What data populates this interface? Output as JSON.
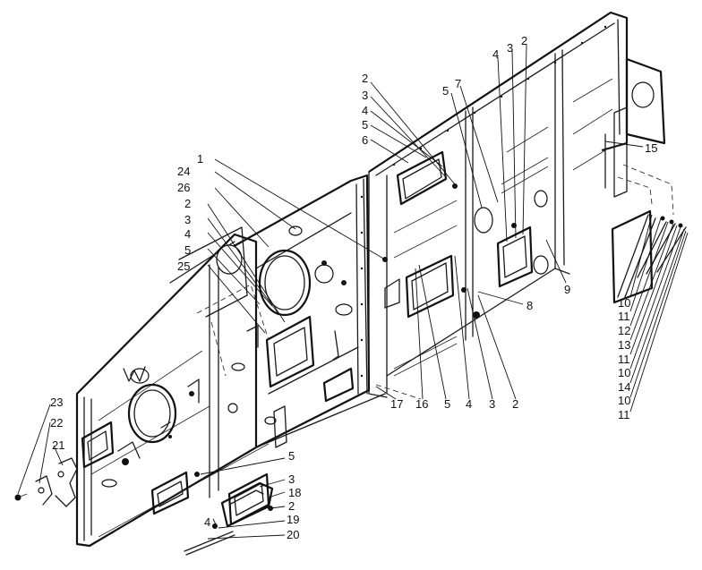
{
  "labels": [
    {
      "id": "l1",
      "text": "1"
    },
    {
      "id": "l24",
      "text": "24"
    },
    {
      "id": "l26",
      "text": "26"
    },
    {
      "id": "l2a",
      "text": "2"
    },
    {
      "id": "l3a",
      "text": "3"
    },
    {
      "id": "l4a",
      "text": "4"
    },
    {
      "id": "l5a",
      "text": "5"
    },
    {
      "id": "l25",
      "text": "25"
    },
    {
      "id": "l2b",
      "text": "2"
    },
    {
      "id": "l3b",
      "text": "3"
    },
    {
      "id": "l4b",
      "text": "4"
    },
    {
      "id": "l5b",
      "text": "5"
    },
    {
      "id": "l6",
      "text": "6"
    },
    {
      "id": "l5c",
      "text": "5"
    },
    {
      "id": "l7",
      "text": "7"
    },
    {
      "id": "l4c",
      "text": "4"
    },
    {
      "id": "l3c",
      "text": "3"
    },
    {
      "id": "l2c",
      "text": "2"
    },
    {
      "id": "l15",
      "text": "15"
    },
    {
      "id": "l9",
      "text": "9"
    },
    {
      "id": "l8",
      "text": "8"
    },
    {
      "id": "l17",
      "text": "17"
    },
    {
      "id": "l16",
      "text": "16"
    },
    {
      "id": "l5d",
      "text": "5"
    },
    {
      "id": "l4d",
      "text": "4"
    },
    {
      "id": "l3d",
      "text": "3"
    },
    {
      "id": "l2d",
      "text": "2"
    },
    {
      "id": "l10a",
      "text": "10"
    },
    {
      "id": "l11a",
      "text": "11"
    },
    {
      "id": "l12",
      "text": "12"
    },
    {
      "id": "l13",
      "text": "13"
    },
    {
      "id": "l11b",
      "text": "11"
    },
    {
      "id": "l10b",
      "text": "10"
    },
    {
      "id": "l14",
      "text": "14"
    },
    {
      "id": "l10c",
      "text": "10"
    },
    {
      "id": "l11c",
      "text": "11"
    },
    {
      "id": "l23",
      "text": "23"
    },
    {
      "id": "l22",
      "text": "22"
    },
    {
      "id": "l21",
      "text": "21"
    },
    {
      "id": "l5e",
      "text": "5"
    },
    {
      "id": "l3e",
      "text": "3"
    },
    {
      "id": "l18",
      "text": "18"
    },
    {
      "id": "l2e",
      "text": "2"
    },
    {
      "id": "l4e",
      "text": "4"
    },
    {
      "id": "l19",
      "text": "19"
    },
    {
      "id": "l20",
      "text": "20"
    }
  ]
}
